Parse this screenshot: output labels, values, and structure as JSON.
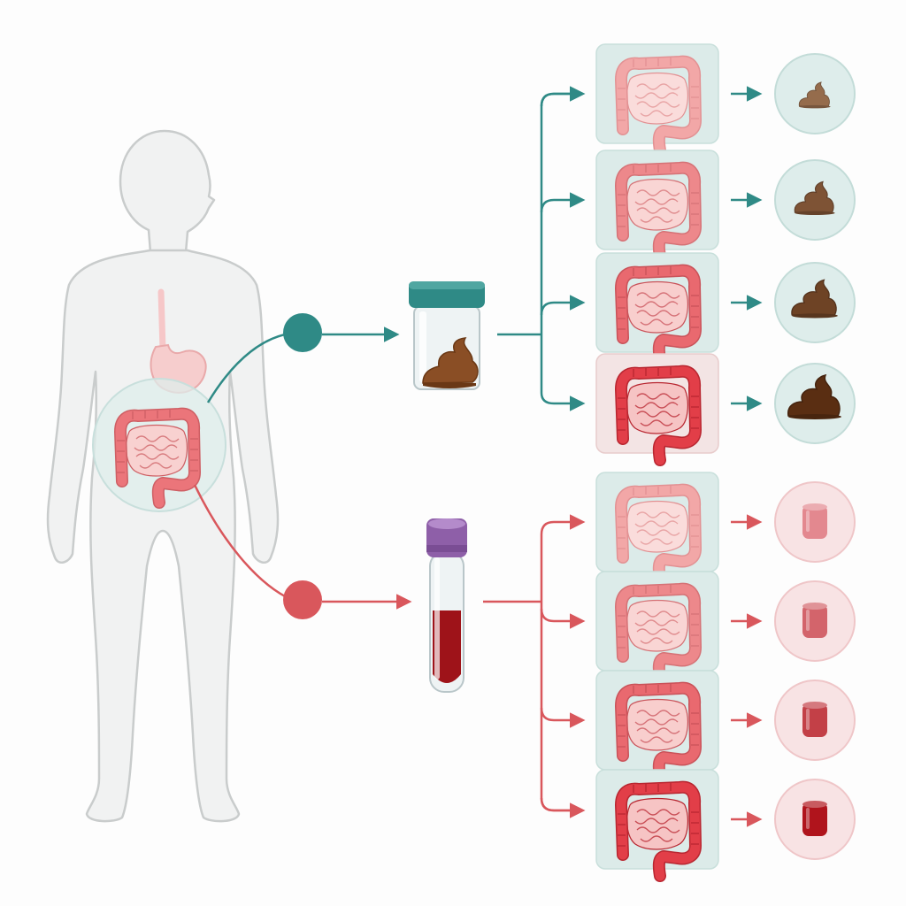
{
  "diagram": {
    "colors": {
      "background": "#fdfdfd",
      "body_outline": "#c9cccc",
      "body_fill": "#f1f2f2",
      "teal": "#2f8a86",
      "teal_tint": "#deedeb",
      "red": "#d9575c",
      "red_tint": "#f8e3e4",
      "colon_mild": "#f5b9b8",
      "colon_severe": "#e23e48",
      "stool_light": "#a9805f",
      "stool_dark": "#5a2e12",
      "blood_light": "#f0a5ac",
      "blood_dark": "#b0141c"
    },
    "subject": {
      "icon": "human-body-icon",
      "highlight": "digestive-tract-icon"
    },
    "stool_branch": {
      "node_icon": "teal-node-icon",
      "sample_icon": "stool-sample-jar-icon",
      "result_icon": "stool-icon",
      "stages": [
        {
          "colon_severity": 0.15,
          "result_level": 0.25
        },
        {
          "colon_severity": 0.4,
          "result_level": 0.55
        },
        {
          "colon_severity": 0.65,
          "result_level": 0.75
        },
        {
          "colon_severity": 1.0,
          "result_level": 1.0
        }
      ]
    },
    "blood_branch": {
      "node_icon": "red-node-icon",
      "sample_icon": "blood-tube-icon",
      "result_icon": "blood-cup-icon",
      "stages": [
        {
          "colon_severity": 0.15,
          "result_level": 0.2
        },
        {
          "colon_severity": 0.4,
          "result_level": 0.45
        },
        {
          "colon_severity": 0.65,
          "result_level": 0.7
        },
        {
          "colon_severity": 1.0,
          "result_level": 1.0
        }
      ]
    }
  }
}
